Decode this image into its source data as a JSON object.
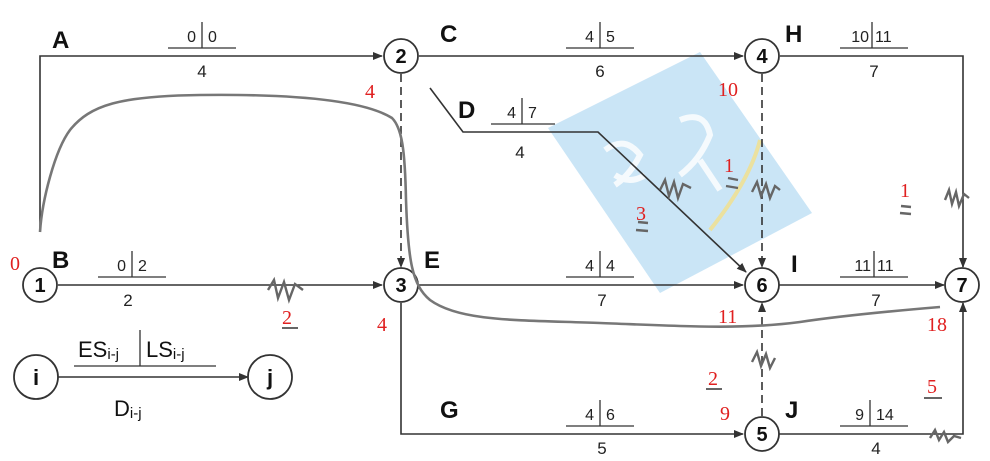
{
  "activities": {
    "A": {
      "label": "A",
      "es": "0",
      "ls": "0",
      "dur": "4"
    },
    "B": {
      "label": "B",
      "es": "0",
      "ls": "2",
      "dur": "2"
    },
    "C": {
      "label": "C",
      "es": "4",
      "ls": "5",
      "dur": "6"
    },
    "D": {
      "label": "D",
      "es": "4",
      "ls": "7",
      "dur": "4"
    },
    "E": {
      "label": "E",
      "es": "4",
      "ls": "4",
      "dur": "7"
    },
    "G": {
      "label": "G",
      "es": "4",
      "ls": "6",
      "dur": "5"
    },
    "H": {
      "label": "H",
      "es": "10",
      "ls": "11",
      "dur": "7"
    },
    "I": {
      "label": "I",
      "es": "11",
      "ls": "11",
      "dur": "7"
    },
    "J": {
      "label": "J",
      "es": "9",
      "ls": "14",
      "dur": "4"
    }
  },
  "nodes": {
    "n1": "1",
    "n2": "2",
    "n3": "3",
    "n4": "4",
    "n5": "5",
    "n6": "6",
    "n7": "7"
  },
  "handwritten": {
    "t1": "0",
    "t2": "4",
    "t3": "4",
    "t4": "10",
    "t5": "11",
    "t6": "9",
    "t7": "18",
    "f_b": "2",
    "f_d": "3",
    "f_c": "1",
    "f_h": "1",
    "f_g": "2",
    "f_j": "5"
  },
  "legend": {
    "i": "i",
    "j": "j",
    "es": "ES",
    "es_sub": "i-j",
    "ls": "LS",
    "ls_sub": "i-j",
    "d": "D",
    "d_sub": "i-j"
  },
  "colors": {
    "line": "#333333",
    "annotation": "#e02020",
    "watermark": "#9ecfee"
  }
}
